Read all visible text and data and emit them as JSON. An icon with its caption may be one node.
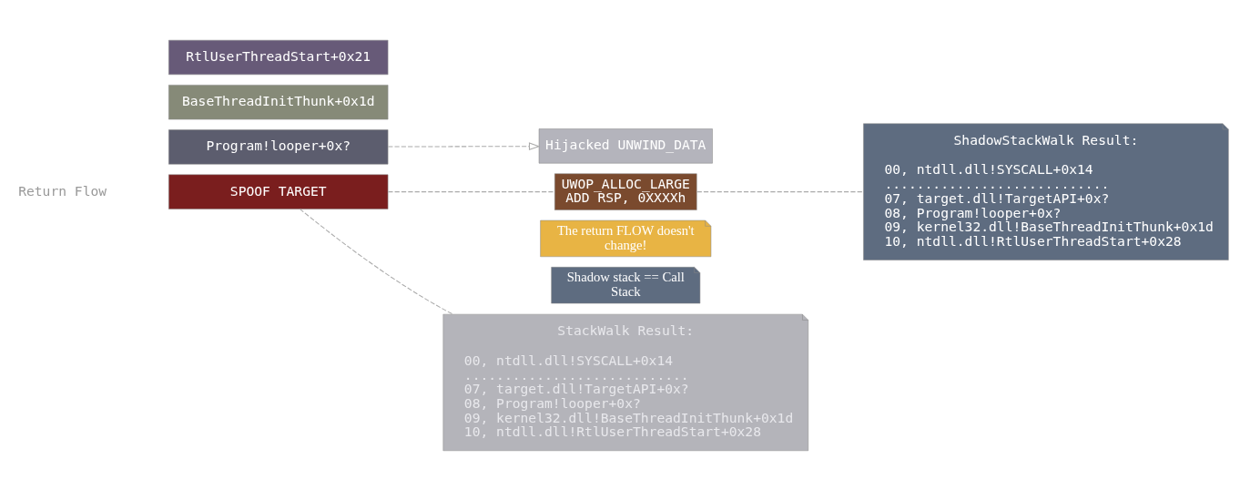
{
  "diagram": {
    "nodes": [
      {
        "text": [
          "RtlUserThreadStart+0x21"
        ]
      },
      {
        "text": [
          "BaseThreadInitThunk+0x1d"
        ]
      },
      {
        "text": [
          "Program!looper+0x?"
        ]
      },
      {
        "text": [
          "SPOOF TARGET"
        ]
      },
      {
        "text": [
          "The return FLOW doesn't change!"
        ]
      },
      {
        "text": [
          "Shadow stack == Call Stack"
        ]
      },
      {
        "text": [
          "Hijacked UNWIND_DATA"
        ]
      },
      {
        "text": [
          "UWOP_ALLOC_LARGE ADD RSP, 0XXXXh"
        ]
      },
      {
        "text": [
          "StackWalk Result:",
          "00, ntdll.dll!SYSCALL+0x14",
          "............................",
          "07, target.dll!TargetAPI+0x?",
          "08, Program!looper+0x?",
          "09, kernel32.dll!BaseThreadInitThunk+0x1d",
          "10, ntdll.dll!RtlUserThreadStart+0x28"
        ]
      },
      {
        "text": [
          "ShadowStackWalk Result:",
          "00, ntdll.dll!SYSCALL+0x14",
          "............................",
          "07, target.dll!TargetAPI+0x?",
          "08, Program!looper+0x?",
          "09, kernel32.dll!BaseThreadInitThunk+0x1d",
          "10, ntdll.dll!RtlUserThreadStart+0x28"
        ]
      }
    ],
    "edges": [
      {
        "from": 2,
        "to": 6,
        "arrow": "to",
        "style": "dashed"
      },
      {
        "from": 3,
        "to": 7,
        "arrow": "none",
        "style": "dashed"
      },
      {
        "from": 3,
        "to": 8,
        "arrow": "none",
        "style": "dashed"
      },
      {
        "from": 7,
        "to": 9,
        "arrow": "none",
        "style": "dashed"
      }
    ],
    "labels": [
      "Return Flow"
    ]
  }
}
